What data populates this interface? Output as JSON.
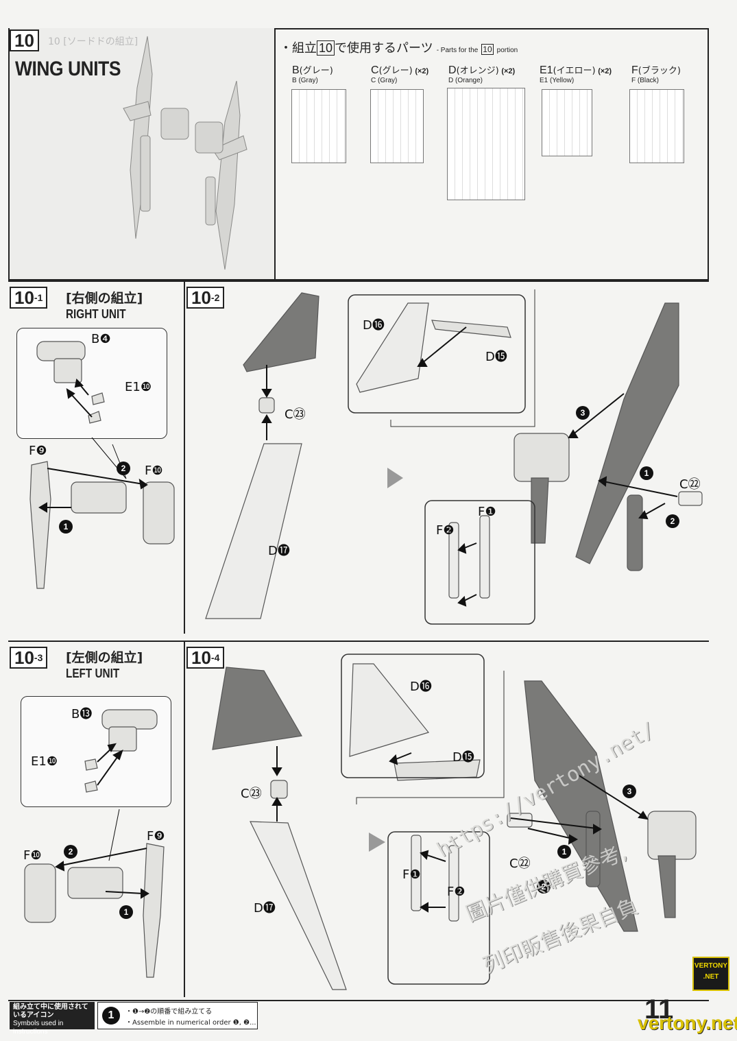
{
  "section": {
    "number": "10",
    "title": "WING UNITS",
    "faded_jp": "10 [ソードドの組立]"
  },
  "parts_header": {
    "prefix": "・組立",
    "step": "10",
    "suffix": "で使用するパーツ",
    "en_prefix": "- Parts for the",
    "en_step": "10",
    "en_suffix": "portion"
  },
  "runners": [
    {
      "code": "B",
      "jp": "(グレー)",
      "en": "B (Gray)",
      "mult": ""
    },
    {
      "code": "C",
      "jp": "(グレー)",
      "en": "C (Gray)",
      "mult": "(×2)"
    },
    {
      "code": "D",
      "jp": "(オレンジ)",
      "en": "D (Orange)",
      "mult": "(×2)"
    },
    {
      "code": "E1",
      "jp": "(イエロー)",
      "en": "E1 (Yellow)",
      "mult": "(×2)"
    },
    {
      "code": "F",
      "jp": "(ブラック)",
      "en": "F (Black)",
      "mult": ""
    }
  ],
  "step_10_1": {
    "num": "10",
    "sub": "-1",
    "jp": "[右側の組立]",
    "en": "RIGHT UNIT",
    "parts": {
      "b": "B❹",
      "e1": "E1❿",
      "f9": "F❾",
      "f10": "F❿"
    },
    "orders": {
      "one": "1",
      "two": "2"
    }
  },
  "step_10_2": {
    "num": "10",
    "sub": "-2",
    "parts": {
      "d16": "D⓰",
      "d15": "D⓯",
      "c23": "C㉓",
      "d17": "D⓱",
      "c22": "C㉒",
      "f1": "F❶",
      "f2": "F❷"
    },
    "orders": {
      "one": "1",
      "two": "2",
      "three": "3"
    }
  },
  "step_10_3": {
    "num": "10",
    "sub": "-3",
    "jp": "[左側の組立]",
    "en": "LEFT UNIT",
    "parts": {
      "b": "B⓭",
      "e1": "E1❿",
      "f9": "F❾",
      "f10": "F❿"
    },
    "orders": {
      "one": "1",
      "two": "2"
    }
  },
  "step_10_4": {
    "num": "10",
    "sub": "-4",
    "parts": {
      "d16": "D⓰",
      "d15": "D⓯",
      "c23": "C㉓",
      "d17": "D⓱",
      "c22": "C㉒",
      "f1": "F❶",
      "f2": "F❷"
    },
    "orders": {
      "one": "1",
      "two": "2",
      "three": "3"
    }
  },
  "symbols": {
    "heading_jp": "組み立て中に使用されているアイコン",
    "heading_en": "Symbols used in instructions",
    "icon_num": "1",
    "line1": "・❶→❷の順番で組み立てる",
    "line2": "・Assemble in numerical order ❶, ❷..."
  },
  "page_number": "11",
  "watermark": {
    "url": "https://vertony.net/",
    "line1": "圖片僅供購買參考,",
    "line2": "列印販售後果自負",
    "badge_line1": "VERTONY",
    "badge_line2": ".NET",
    "bottom": "vertony.net"
  }
}
